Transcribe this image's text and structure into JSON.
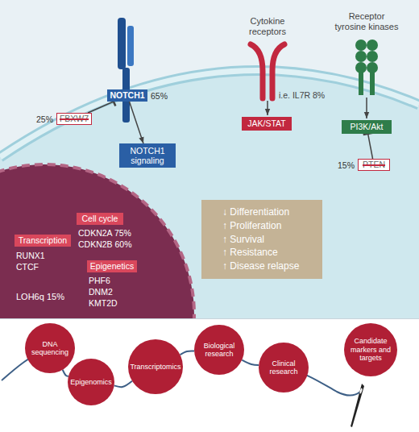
{
  "diagram": {
    "nodes": [
      {
        "text": [
          "NOTCH1",
          "65%"
        ]
      },
      {
        "text": [
          "25%",
          "FBXW7"
        ]
      },
      {
        "text": [
          "NOTCH1 signaling"
        ]
      },
      {
        "text": [
          "JAK/STAT"
        ]
      },
      {
        "text": [
          "PI3K/Akt"
        ]
      },
      {
        "text": [
          "15%",
          "PTEN"
        ]
      },
      {
        "text": [
          "LOH6q 15%"
        ]
      },
      {
        "text": [
          "Cell cycle"
        ],
        "in": 6
      },
      {
        "text": [
          "Transcription"
        ],
        "in": 6
      },
      {
        "text": [
          "Epigenetics"
        ],
        "in": 6
      },
      {
        "text": [
          "↓ Differentiation",
          "↑ Proliferation",
          "↑ Survival",
          "↑ Resistance",
          "↑ Disease relapse"
        ]
      },
      {
        "text": [
          "DNA sequencing"
        ]
      },
      {
        "text": [
          "Epigenomics"
        ]
      },
      {
        "text": [
          "Transcriptomics"
        ]
      },
      {
        "text": [
          "Biological research"
        ]
      },
      {
        "text": [
          "Clinical research"
        ]
      },
      {
        "text": [
          "Candidate markers and targets"
        ]
      }
    ],
    "edges": [
      {
        "from": 0,
        "to": 2,
        "arrow": "to"
      },
      {
        "from": 1,
        "to": 0,
        "arrow": "to"
      },
      {
        "from": 5,
        "to": 4,
        "arrow": "to"
      },
      {
        "from": 11,
        "to": 12,
        "arrow": "none"
      },
      {
        "from": 12,
        "to": 13,
        "arrow": "none"
      },
      {
        "from": 13,
        "to": 14,
        "arrow": "none"
      },
      {
        "from": 14,
        "to": 15,
        "arrow": "none"
      }
    ],
    "labels": [
      "Cytokine receptors",
      "i.e. IL7R 8%",
      "Receptor tyrosine kinases",
      "CDKN2A 75%",
      "CDKN2B 60%",
      "RUNX1",
      "CTCF",
      "PHF6",
      "DNM2",
      "KMT2D"
    ]
  }
}
